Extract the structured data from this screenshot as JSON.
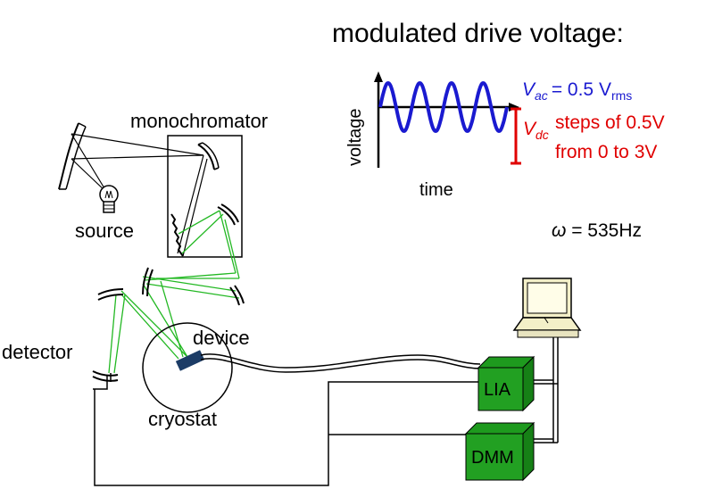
{
  "title": "modulated drive voltage:",
  "waveform": {
    "y_axis_label": "voltage",
    "x_axis_label": "time",
    "vac_symbol": "V",
    "vac_sub": "ac",
    "vac_eq": "= 0.5 V",
    "vac_unit_sub": "rms",
    "vdc_symbol": "V",
    "vdc_sub": "dc",
    "vdc_line1": "steps of 0.5V",
    "vdc_line2": "from 0 to 3V",
    "vac_color": "#1a1ad0",
    "vdc_color": "#e00000"
  },
  "frequency": {
    "symbol": "ω",
    "value": " = 535Hz"
  },
  "labels": {
    "monochromator": "monochromator",
    "source": "source",
    "detector": "detector",
    "device": "device",
    "cryostat": "cryostat",
    "lia": "LIA",
    "dmm": "DMM"
  },
  "colors": {
    "beam": "#22b822",
    "instrument_box": "#22a022",
    "device_body": "#1c3c66"
  }
}
